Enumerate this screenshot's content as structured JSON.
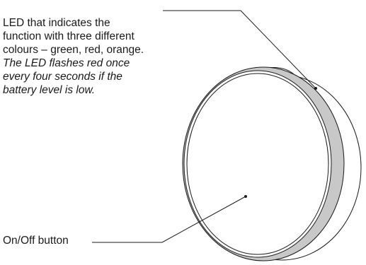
{
  "led_callout": {
    "text": "LED that indicates the\nfunction with three different\ncolours – green, red, orange.",
    "italic_text": "The LED flashes red once\nevery four seconds if the\nbattery level is low."
  },
  "button_callout": {
    "text": "On/Off button"
  },
  "colors": {
    "line": "#1a1a1a",
    "ring": "#c8c8c8",
    "face": "#ffffff"
  }
}
